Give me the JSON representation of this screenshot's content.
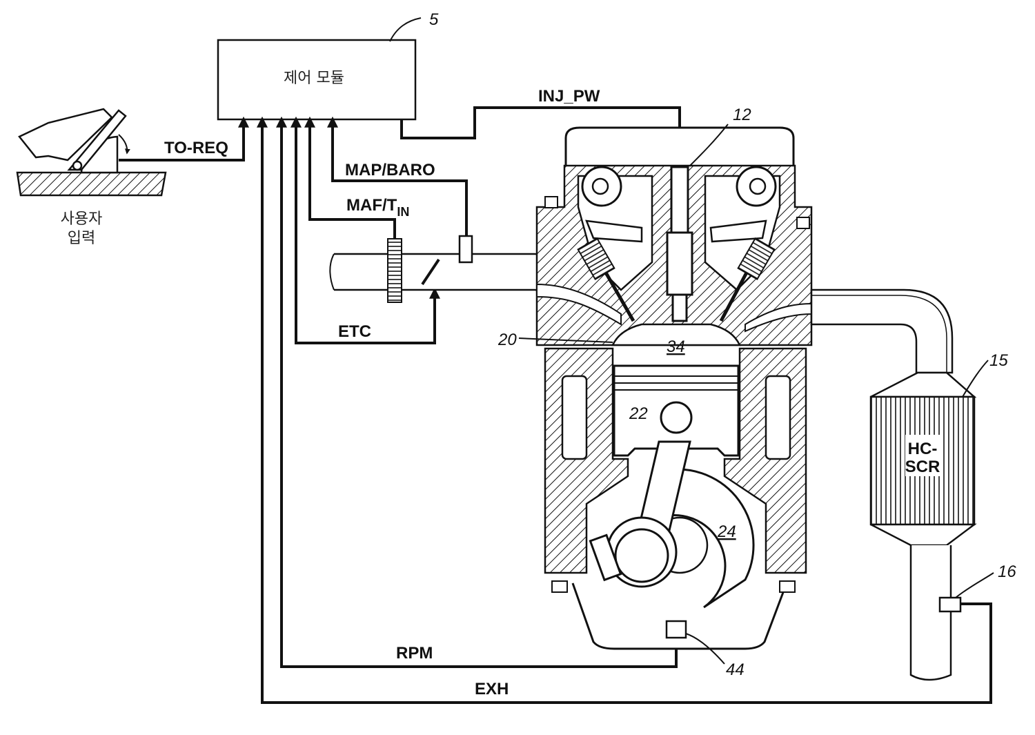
{
  "control_module": {
    "ref": "5",
    "label": "제어 모듈"
  },
  "user_input": {
    "line1": "사용자",
    "line2": "입력"
  },
  "signals": {
    "to_req": "TO-REQ",
    "inj_pw": "INJ_PW",
    "map_baro": "MAP/BARO",
    "maf_tin_main": "MAF/T",
    "maf_tin_sub": "IN",
    "etc": "ETC",
    "rpm": "RPM",
    "exh": "EXH"
  },
  "refs": {
    "injector": "12",
    "catalyst": "15",
    "exhaust_sensor": "16",
    "cylinder_wall": "20",
    "piston": "22",
    "crankshaft": "24",
    "combustion_chamber": "34",
    "crank_sensor": "44"
  },
  "catalyst": {
    "line1": "HC-",
    "line2": "SCR"
  }
}
